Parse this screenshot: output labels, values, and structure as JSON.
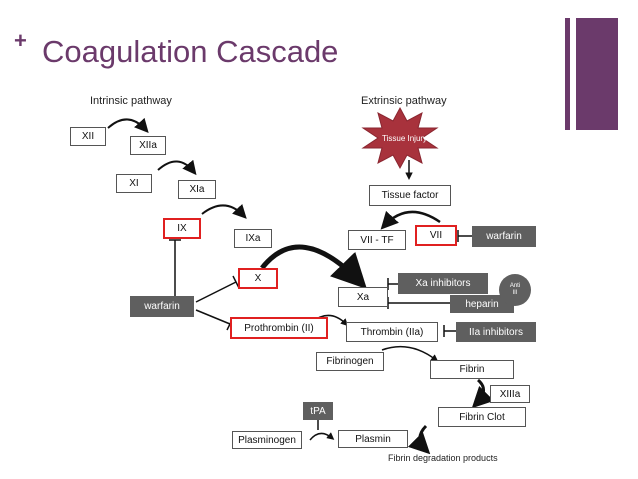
{
  "slide": {
    "title": "Coagulation Cascade",
    "bullet": "+"
  },
  "colors": {
    "accent": "#6b3a6b",
    "highlight": "#e02020",
    "inhibitor_fill": "#5f5f5f",
    "starburst": "#a8323c"
  },
  "diagram": {
    "intrinsic_label": "Intrinsic pathway",
    "extrinsic_label": "Extrinsic pathway",
    "nodes": {
      "xii": "XII",
      "xiia": "XIIa",
      "xi": "XI",
      "xia": "XIa",
      "ix": "IX",
      "ixa": "IXa",
      "x": "X",
      "xa": "Xa",
      "prothrombin": "Prothrombin (II)",
      "thrombin": "Thrombin (IIa)",
      "fibrinogen": "Fibrinogen",
      "fibrin": "Fibrin",
      "xiiia": "XIIIa",
      "fibrin_clot": "Fibrin Clot",
      "tissue_injury": "Tissue Injury",
      "tissue_factor": "Tissue factor",
      "vii_tf": "VII - TF",
      "vii": "VII",
      "tpa": "tPA",
      "plasminogen": "Plasminogen",
      "plasmin": "Plasmin",
      "fibrin_degradation": "Fibrin degradation products"
    },
    "inhibitors": {
      "warfarin_left": "warfarin",
      "warfarin_right": "warfarin",
      "xa_inhibitors": "Xa inhibitors",
      "heparin": "heparin",
      "iia_inhibitors": "IIa inhibitors",
      "anti_line1": "Anti",
      "anti_line2": "III"
    },
    "highlighted": [
      "IX",
      "X",
      "Prothrombin (II)",
      "VII"
    ]
  }
}
